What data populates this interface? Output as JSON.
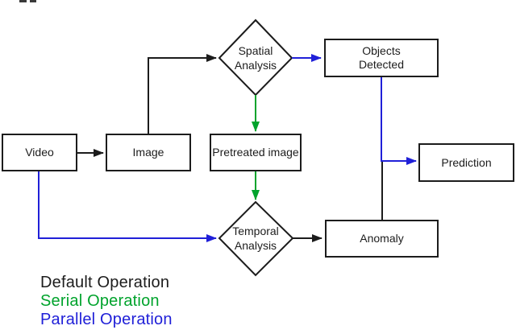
{
  "diagram": {
    "colors": {
      "default": "#1c1c1c",
      "serial": "#00A32C",
      "parallel": "#2020D8"
    },
    "nodes": {
      "video": {
        "label": "Video"
      },
      "image": {
        "label": "Image"
      },
      "spatial_analysis": {
        "line1": "Spatial",
        "line2": "Analysis"
      },
      "objects_detected": {
        "line1": "Objects",
        "line2": "Detected"
      },
      "pretreated_image": {
        "label": "Pretreated image"
      },
      "temporal_analysis": {
        "line1": "Temporal",
        "line2": "Analysis"
      },
      "anomaly": {
        "label": "Anomaly"
      },
      "prediction": {
        "label": "Prediction"
      }
    },
    "edges": [
      {
        "from": "video",
        "to": "image",
        "operation": "default"
      },
      {
        "from": "image",
        "to": "spatial_analysis",
        "operation": "default"
      },
      {
        "from": "spatial_analysis",
        "to": "objects_detected",
        "operation": "parallel"
      },
      {
        "from": "spatial_analysis",
        "to": "pretreated_image",
        "operation": "serial"
      },
      {
        "from": "pretreated_image",
        "to": "temporal_analysis",
        "operation": "serial"
      },
      {
        "from": "video",
        "to": "temporal_analysis",
        "operation": "parallel"
      },
      {
        "from": "temporal_analysis",
        "to": "anomaly",
        "operation": "default"
      },
      {
        "from": "anomaly",
        "to": "prediction",
        "operation": "default"
      },
      {
        "from": "objects_detected",
        "to": "prediction",
        "operation": "parallel"
      }
    ],
    "legend": {
      "items": [
        {
          "label": "Default Operation",
          "color": "#1c1c1c"
        },
        {
          "label": "Serial Operation",
          "color": "#00A32C"
        },
        {
          "label": "Parallel Operation",
          "color": "#2020D8"
        }
      ]
    }
  }
}
